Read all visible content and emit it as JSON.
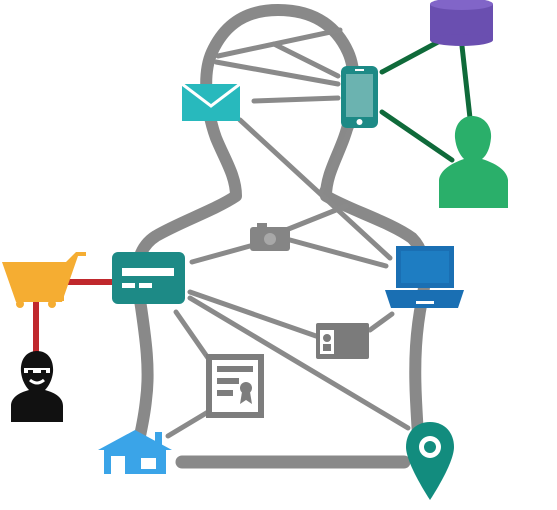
{
  "diagram": {
    "colors": {
      "silhouette": "#898989",
      "link_gray": "#8a8a8a",
      "link_green": "#0f6a3a",
      "link_red": "#c0282d",
      "teal": "#1d8a86",
      "teal_light": "#28b9bd",
      "blue": "#1a6fb3",
      "light_blue": "#3aa4e8",
      "green_person": "#2aaf6a",
      "purple_db": "#6a4fb0",
      "cart_orange": "#f5ad32",
      "thief_black": "#111111",
      "pin_teal": "#128c7e",
      "doc_gray": "#7d7d7d",
      "camera_gray": "#858585",
      "idcard_gray": "#7b7b7b"
    },
    "nodes": [
      {
        "id": "email",
        "icon": "envelope-icon"
      },
      {
        "id": "phone",
        "icon": "smartphone-icon"
      },
      {
        "id": "database",
        "icon": "database-icon"
      },
      {
        "id": "person",
        "icon": "person-icon"
      },
      {
        "id": "camera",
        "icon": "camera-icon"
      },
      {
        "id": "credit_card",
        "icon": "credit-card-icon"
      },
      {
        "id": "cart",
        "icon": "shopping-cart-icon"
      },
      {
        "id": "thief",
        "icon": "thief-icon"
      },
      {
        "id": "laptop",
        "icon": "laptop-icon"
      },
      {
        "id": "id_card",
        "icon": "id-card-icon"
      },
      {
        "id": "certificate",
        "icon": "certificate-icon"
      },
      {
        "id": "home",
        "icon": "house-icon"
      },
      {
        "id": "location",
        "icon": "location-pin-icon"
      }
    ]
  }
}
